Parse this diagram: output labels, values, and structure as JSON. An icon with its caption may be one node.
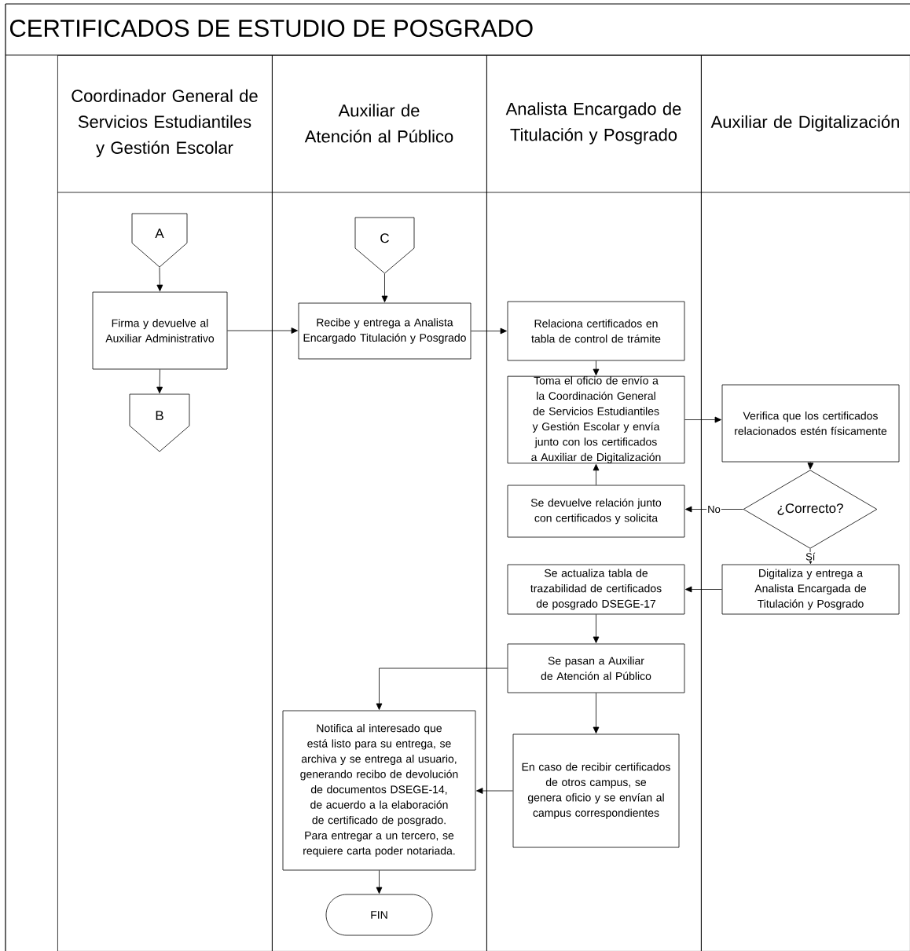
{
  "diagram": {
    "title": "CERTIFICADOS DE ESTUDIO DE POSGRADO",
    "nodes": [
      {
        "text": [
          "Coordinador General de Servicios Estudiantiles y Gestión Escolar"
        ]
      },
      {
        "text": [
          "Auxiliar de Atención al Público"
        ]
      },
      {
        "text": [
          "Analista Encargado de Titulación y Posgrado"
        ]
      },
      {
        "text": [
          "Auxiliar de Digitalización"
        ]
      },
      {
        "text": [
          "A"
        ],
        "in": 0
      },
      {
        "text": [
          "Firma y devuelve al Auxiliar Administrativo"
        ],
        "in": 0
      },
      {
        "text": [
          "B"
        ],
        "in": 0
      },
      {
        "text": [
          "C"
        ],
        "in": 1
      },
      {
        "text": [
          "Recibe y entrega a Analista Encargado Titulación y Posgrado"
        ],
        "in": 1
      },
      {
        "text": [
          "Notifica al interesado que está listo para su entrega, se archiva y se entrega al usuario, generando recibo de devolución de documentos DSEGE-14, de acuerdo a la elaboración de certificado de posgrado. Para entregar a un tercero, se requiere carta poder notariada."
        ],
        "in": 1
      },
      {
        "text": [
          "FIN"
        ],
        "in": 1
      },
      {
        "text": [
          "Relaciona certificados en tabla de control de trámite"
        ],
        "in": 2
      },
      {
        "text": [
          "Toma el oficio de envío a la Coordinación General de Servicios Estudiantiles y Gestión Escolar y envía junto con los certificados a Auxiliar de Digitalización"
        ],
        "in": 2
      },
      {
        "text": [
          "Se devuelve relación junto con certificados y solicita"
        ],
        "in": 2
      },
      {
        "text": [
          "Se actualiza tabla de trazabilidad de certificados de posgrado DSEGE-17"
        ],
        "in": 2
      },
      {
        "text": [
          "Se pasan a Auxiliar de Atención al Público"
        ],
        "in": 2
      },
      {
        "text": [
          "En caso de recibir certificados de otros campus, se genera oficio y se envían al campus correspondientes"
        ],
        "in": 2
      },
      {
        "text": [
          "Verifica que los certificados relacionados estén físicamente"
        ],
        "in": 3
      },
      {
        "text": [
          "¿Correcto?"
        ],
        "in": 3
      },
      {
        "text": [
          "Digitaliza y entrega a Analista Encargada de Titulación y Posgrado"
        ],
        "in": 3
      }
    ],
    "edges": [
      {
        "from": 4,
        "to": 5,
        "arrow": "to"
      },
      {
        "from": 5,
        "to": 6,
        "arrow": "to"
      },
      {
        "from": 5,
        "to": 8,
        "arrow": "to"
      },
      {
        "from": 7,
        "to": 8,
        "arrow": "to"
      },
      {
        "from": 8,
        "to": 11,
        "arrow": "to"
      },
      {
        "from": 11,
        "to": 12,
        "arrow": "to"
      },
      {
        "from": 12,
        "to": 17,
        "arrow": "to"
      },
      {
        "from": 17,
        "to": 18,
        "arrow": "to"
      },
      {
        "from": 18,
        "to": 13,
        "arrow": "to",
        "label": "No"
      },
      {
        "from": 13,
        "to": 12,
        "arrow": "to"
      },
      {
        "from": 18,
        "to": 19,
        "arrow": "to",
        "label": "Sí"
      },
      {
        "from": 19,
        "to": 14,
        "arrow": "to"
      },
      {
        "from": 14,
        "to": 15,
        "arrow": "to"
      },
      {
        "from": 15,
        "to": 9,
        "arrow": "to"
      },
      {
        "from": 15,
        "to": 16,
        "arrow": "to"
      },
      {
        "from": 16,
        "to": 9,
        "arrow": "to"
      },
      {
        "from": 9,
        "to": 10,
        "arrow": "to"
      }
    ]
  }
}
